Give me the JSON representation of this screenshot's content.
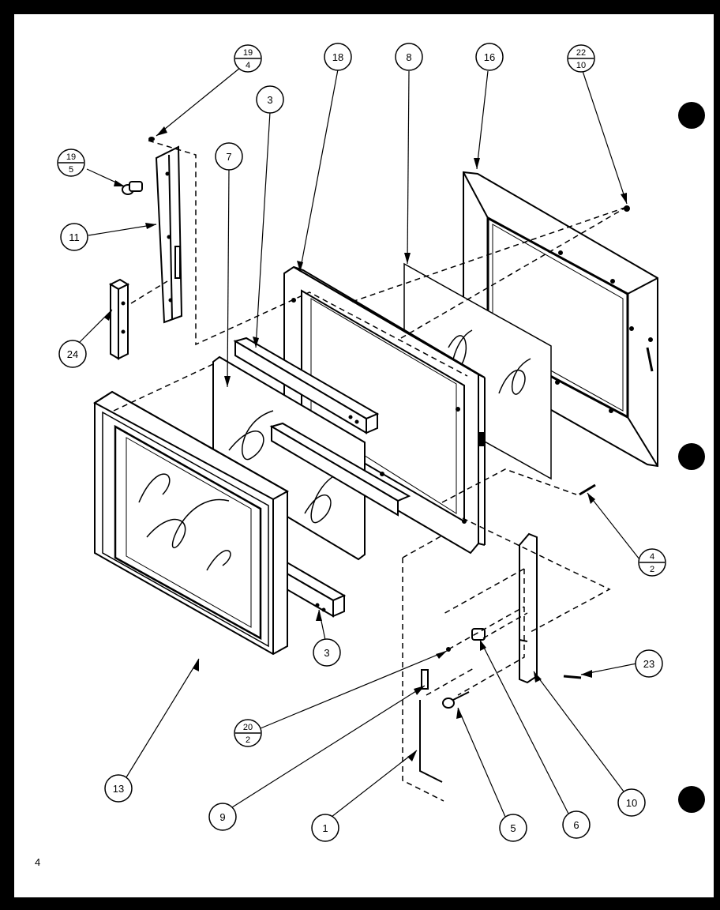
{
  "page_number": "4",
  "callouts": {
    "c18": "18",
    "c8": "8",
    "c16": "16",
    "c3a": "3",
    "c7": "7",
    "c11": "11",
    "c24": "24",
    "c13": "13",
    "c3b": "3",
    "c23": "23",
    "c9": "9",
    "c1": "1",
    "c5": "5",
    "c6": "6",
    "c10": "10"
  },
  "fraction_callouts": {
    "f19_4": {
      "top": "19",
      "bottom": "4"
    },
    "f19_5": {
      "top": "19",
      "bottom": "5"
    },
    "f22_10": {
      "top": "22",
      "bottom": "10"
    },
    "f4_2": {
      "top": "4",
      "bottom": "2"
    },
    "f20_2": {
      "top": "20",
      "bottom": "2"
    }
  }
}
